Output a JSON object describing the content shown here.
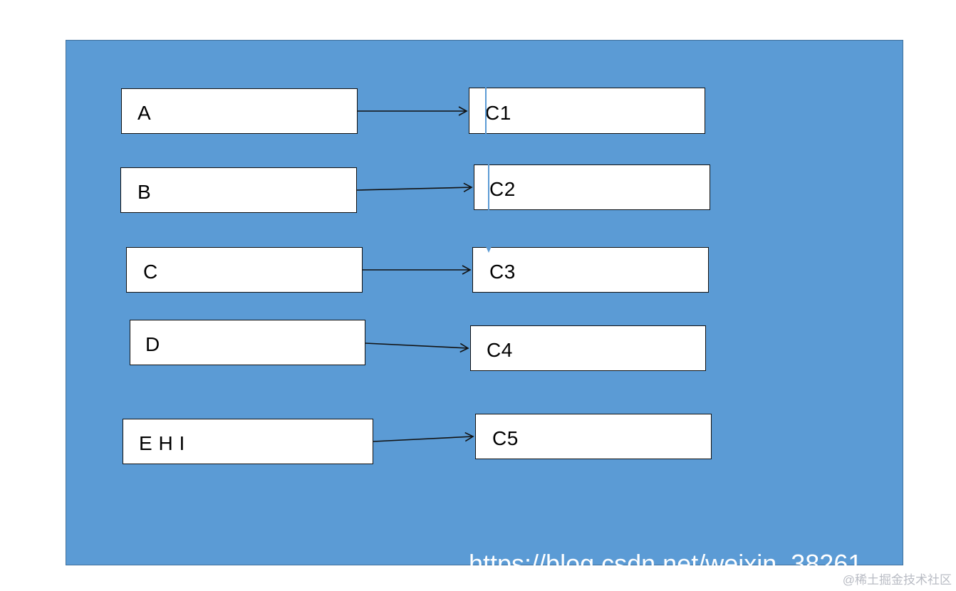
{
  "diagram": {
    "left_nodes": [
      "A",
      "B",
      "C",
      "D",
      "E H I"
    ],
    "right_nodes": [
      "C1",
      "C2",
      "C3",
      "C4",
      "C5"
    ],
    "edges": [
      {
        "from": "A",
        "to": "C1"
      },
      {
        "from": "B",
        "to": "C2"
      },
      {
        "from": "C",
        "to": "C3"
      },
      {
        "from": "D",
        "to": "C4"
      },
      {
        "from": "E H I",
        "to": "C5"
      }
    ]
  },
  "watermark": {
    "url_text": "https://blog.csdn.net/weixin_38261",
    "credit_text": "@稀土掘金技术社区"
  },
  "colors": {
    "background": "#5b9bd5",
    "box_fill": "#ffffff",
    "box_border": "#111111",
    "arrow": "#111111"
  }
}
